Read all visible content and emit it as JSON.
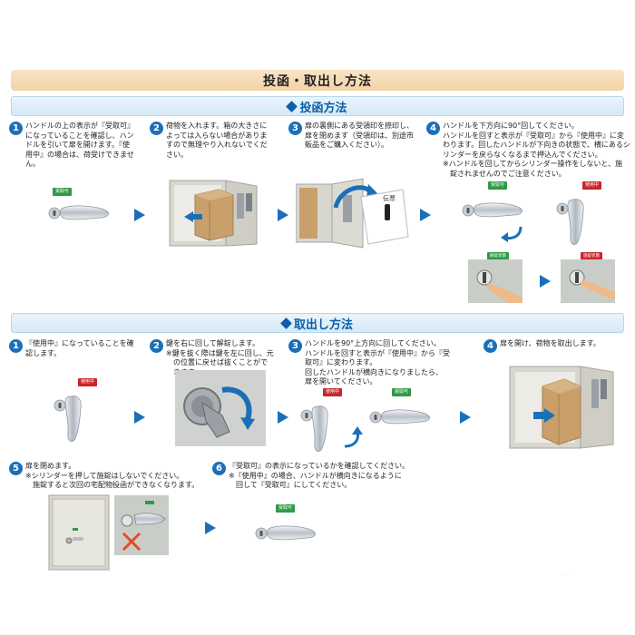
{
  "page_title": "投函・取出し方法",
  "deposit": {
    "heading": "投函方法",
    "steps": [
      {
        "num": "1",
        "text": "ハンドルの上の表示が『受取可』\nになっていることを確認し、ハン\nドルを引いて扉を開けます。『使\n用中』の場合は、荷受けできませ\nん。"
      },
      {
        "num": "2",
        "text": "荷物を入れます。箱の大きさに\nよっては入らない場合がありま\nすので無理やり入れないでくだ\nさい。"
      },
      {
        "num": "3",
        "text": "扉の裏側にある受領印を捺印し、\n扉を閉めます（受領印は、別途市\n販品をご購入ください）。"
      },
      {
        "num": "4",
        "text": "ハンドルを下方向に90°回してください。\nハンドルを回すと表示が『受取可』から『使用中』に変\nわります。回したハンドルが下向きの状態で、横にあるシ\nリンダーを戻らなくなるまで押込んでください。\n※ハンドルを回してからシリンダー操作をしないと、施\n　錠されませんのでご注意ください。"
      }
    ],
    "tags": {
      "available": "受取可",
      "in_use": "使用中",
      "unlocked": "解錠状態",
      "locked": "施錠状態"
    },
    "stamp_label": "伝票"
  },
  "retrieve": {
    "heading": "取出し方法",
    "steps": [
      {
        "num": "1",
        "text": "『使用中』になっていることを確\n認します。"
      },
      {
        "num": "2",
        "text": "鍵を右に回して解錠します。\n※鍵を抜く際は鍵を左に回し、元\n　の位置に戻せば抜くことがで\n　きます。"
      },
      {
        "num": "3",
        "text": "ハンドルを90°上方向に回してください。\nハンドルを回すと表示が『使用中』から『受\n取可』に変わります。\n回したハンドルが横向きになりましたら、\n扉を開いてください。"
      },
      {
        "num": "4",
        "text": "扉を開け、荷物を取出します。"
      },
      {
        "num": "5",
        "text": "扉を閉めます。\n※シリンダーを押して施錠はしないでください。\n　施錠すると次回の宅配物投函ができなくなります。"
      },
      {
        "num": "6",
        "text": "『受取可』の表示になっているかを確認してください。\n※『使用中』の場合、ハンドルが横向きになるように\n　回して『受取可』にしてください。"
      }
    ],
    "tags": {
      "available": "受取可",
      "in_use": "使用中"
    }
  },
  "colors": {
    "accent_blue": "#1b6fb8",
    "heading_blue": "#0b5ea8",
    "title_band": "#f3d3a6",
    "tag_green": "#2f9a45",
    "tag_red": "#c8262c",
    "box": "#c9a06c"
  }
}
